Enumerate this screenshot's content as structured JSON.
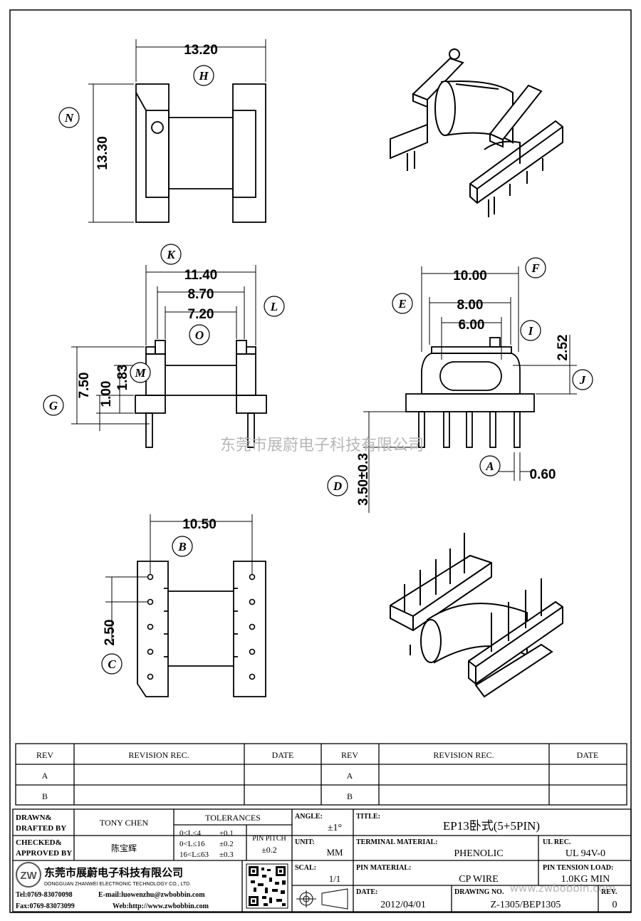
{
  "dims": {
    "top_width": "13.20",
    "top_height": "13.30",
    "front_k": "11.40",
    "front_l": "8.70",
    "front_o": "7.20",
    "front_g": "7.50",
    "front_m": "1.83",
    "front_m2": "1.00",
    "side_f": "10.00",
    "side_e": "8.00",
    "side_i": "6.00",
    "side_j": "2.52",
    "side_d": "3.50±0.3",
    "side_a": "0.60",
    "bottom_b": "10.50",
    "bottom_c": "2.50"
  },
  "bubbles": {
    "h": "H",
    "n": "N",
    "k": "K",
    "l": "L",
    "o": "O",
    "m": "M",
    "g": "G",
    "f": "F",
    "e": "E",
    "i": "I",
    "j": "J",
    "a": "A",
    "d": "D",
    "b": "B",
    "c": "C"
  },
  "watermark": "东莞市展蔚电子科技有限公司",
  "revision_table": {
    "headers": [
      "REV",
      "REVISION REC.",
      "DATE",
      "REV",
      "REVISION REC.",
      "DATE"
    ],
    "rows": [
      [
        "A",
        "",
        "",
        "A",
        "",
        ""
      ],
      [
        "B",
        "",
        "",
        "B",
        "",
        ""
      ]
    ]
  },
  "title_block": {
    "drawn_label": "DRAWN&\nDRAFTED BY",
    "drawn_label_1": "DRAWN&",
    "drawn_label_2": "DRAFTED BY",
    "drawn_value": "TONY CHEN",
    "checked_label_1": "CHECKED&",
    "checked_label_2": "APPROVED BY",
    "checked_value": "陈宝辉",
    "tolerances_label": "TOLERANCES",
    "tol_rows": [
      [
        "0<L≤4",
        "±0.1"
      ],
      [
        "0<L≤16",
        "±0.2"
      ],
      [
        "16<L≤63",
        "±0.3"
      ]
    ],
    "pin_pitch_label": "PIN PITCH",
    "pin_pitch_value": "±0.2",
    "angle_label": "ANGLE:",
    "angle_value": "±1°",
    "unit_label": "UNIT:",
    "unit_value": "MM",
    "scale_label": "SCAL:",
    "scale_value": "1/1",
    "title_label": "TITLE:",
    "title_value": "EP13卧式(5+5PIN)",
    "terminal_label": "TERMINAL MATERIAL:",
    "terminal_value": "PHENOLIC",
    "ul_label": "UL REC.",
    "ul_value": "UL 94V-0",
    "pin_material_label": "PIN MATERIAL:",
    "pin_material_value": "CP WIRE",
    "pin_tension_label": "PIN TENSION LOAD:",
    "pin_tension_value": "1.0KG MIN",
    "date_label": "DATE:",
    "date_value": "2012/04/01",
    "drawing_label": "DRAWING NO.",
    "drawing_value": "Z-1305/BEP1305",
    "rev_label": "REV.",
    "rev_value": "0",
    "company_cn": "东莞市展蔚电子科技有限公司",
    "company_en": "DONGGUAN ZHANWEI ELECTRONIC TECHNOLOGY CO., LTD.",
    "tel": "Tel:0769-83070098",
    "email": "E-mail:luowenzhu@zwbobbin.com",
    "fax": "Fax:0769-83073099",
    "web": "Web:http://www.zwbobbin.com",
    "logo_text": "ZW",
    "watermark_url": "www.zwbobbin.com"
  }
}
